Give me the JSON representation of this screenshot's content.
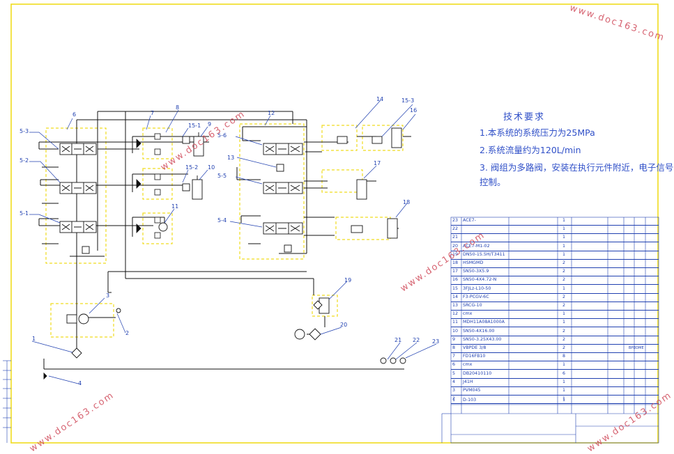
{
  "requirements": {
    "title": "技术要求",
    "line1": "1.本系统的系统压力为25MPa",
    "line2": "2.系统流量约为120L/min",
    "line3a": "3. 阀组为多路阀，安装在执行元件附近，电子信号",
    "line3b": "控制。"
  },
  "labels": {
    "l1": "1",
    "l2": "2",
    "l3": "3",
    "l4": "4",
    "l5_1": "5-1",
    "l5_2": "5-2",
    "l5_3": "5-3",
    "l5_4": "5-4",
    "l5_5": "5-5",
    "l5_6": "5-6",
    "l6": "6",
    "l7": "7",
    "l8": "8",
    "l9": "9",
    "l10": "10",
    "l11": "11",
    "l12": "12",
    "l13": "13",
    "l14": "14",
    "l15_1": "15-1",
    "l15_2": "15-2",
    "l15_3": "15-3",
    "l16": "16",
    "l17": "17",
    "l18": "18",
    "l19": "19",
    "l20": "20",
    "l21": "21",
    "l22": "22",
    "l23": "23"
  },
  "bom": {
    "rows": [
      {
        "no": "23",
        "code": "ACE7-",
        "name": "",
        "qty": "1",
        "note": ""
      },
      {
        "no": "22",
        "code": "",
        "name": "",
        "qty": "1",
        "note": ""
      },
      {
        "no": "21",
        "code": "",
        "name": "",
        "qty": "1",
        "note": ""
      },
      {
        "no": "20",
        "code": "ACE7-M1-02",
        "name": "",
        "qty": "1",
        "note": ""
      },
      {
        "no": "19",
        "code": "DN50-15.5H/T3411",
        "name": "",
        "qty": "1",
        "note": ""
      },
      {
        "no": "18",
        "code": "HSMGMD",
        "name": "",
        "qty": "2",
        "note": ""
      },
      {
        "no": "17",
        "code": "SN50-3X5.9",
        "name": "",
        "qty": "2",
        "note": ""
      },
      {
        "no": "16",
        "code": "SN50-4X4.72-N",
        "name": "",
        "qty": "2",
        "note": ""
      },
      {
        "no": "15",
        "code": "3FJLz-L10-50",
        "name": "",
        "qty": "1",
        "note": ""
      },
      {
        "no": "14",
        "code": "F3-PCGV-6C",
        "name": "",
        "qty": "2",
        "note": ""
      },
      {
        "no": "13",
        "code": "SRCG-10",
        "name": "",
        "qty": "2",
        "note": ""
      },
      {
        "no": "12",
        "code": "cmx",
        "name": "",
        "qty": "1",
        "note": ""
      },
      {
        "no": "11",
        "code": "MDH11A08A1000A",
        "name": "",
        "qty": "1",
        "note": ""
      },
      {
        "no": "10",
        "code": "SN50-4X16.00",
        "name": "",
        "qty": "2",
        "note": ""
      },
      {
        "no": "9",
        "code": "SN50-3.25X43.00",
        "name": "",
        "qty": "2",
        "note": ""
      },
      {
        "no": "8",
        "code": "VBPDE 3/8",
        "name": "",
        "qty": "2",
        "note": "BPDDME"
      },
      {
        "no": "7",
        "code": "FD16FB10",
        "name": "",
        "qty": "8",
        "note": ""
      },
      {
        "no": "6",
        "code": "cmx",
        "name": "",
        "qty": "1",
        "note": ""
      },
      {
        "no": "5",
        "code": "DB20410110",
        "name": "",
        "qty": "6",
        "note": ""
      },
      {
        "no": "4",
        "code": "J41H",
        "name": "",
        "qty": "1",
        "note": ""
      },
      {
        "no": "3",
        "code": "PVM045",
        "name": "",
        "qty": "1",
        "note": ""
      },
      {
        "no": "2",
        "code": "",
        "name": "",
        "qty": "1",
        "note": ""
      },
      {
        "no": "1",
        "code": "D-103",
        "name": "",
        "qty": "1",
        "note": ""
      }
    ]
  },
  "watermark": {
    "text": "www.doc163.com"
  },
  "colors": {
    "line": "#111111",
    "yellow": "#f0dc1e",
    "blue": "#2040b0",
    "red": "#d04a5a"
  }
}
